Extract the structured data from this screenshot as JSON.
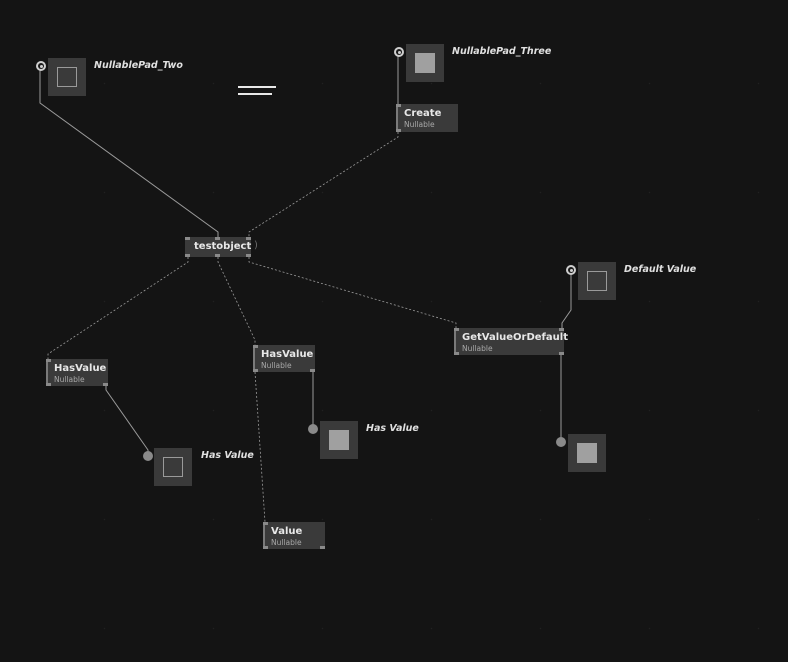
{
  "pads": {
    "nullable_pad_two": {
      "label": "NullablePad_Two"
    },
    "nullable_pad_three": {
      "label": "NullablePad_Three"
    },
    "default_value": {
      "label": "Default Value"
    },
    "has_value_left": {
      "label": "Has Value"
    },
    "has_value_mid": {
      "label": "Has Value"
    }
  },
  "nodes": {
    "create": {
      "title": "Create",
      "sub": "Nullable"
    },
    "testobject": {
      "title": "testobject"
    },
    "hasvalue_left": {
      "title": "HasValue",
      "sub": "Nullable"
    },
    "hasvalue_mid": {
      "title": "HasValue",
      "sub": "Nullable"
    },
    "getvalueordefault": {
      "title": "GetValueOrDefault",
      "sub": "Nullable"
    },
    "value": {
      "title": "Value",
      "sub": "Nullable"
    }
  },
  "colors": {
    "background": "#141414",
    "node": "#3a3a3a",
    "wire": "#9a9a9a",
    "text": "#e8e8e8",
    "subtext": "#a8a8a8"
  }
}
